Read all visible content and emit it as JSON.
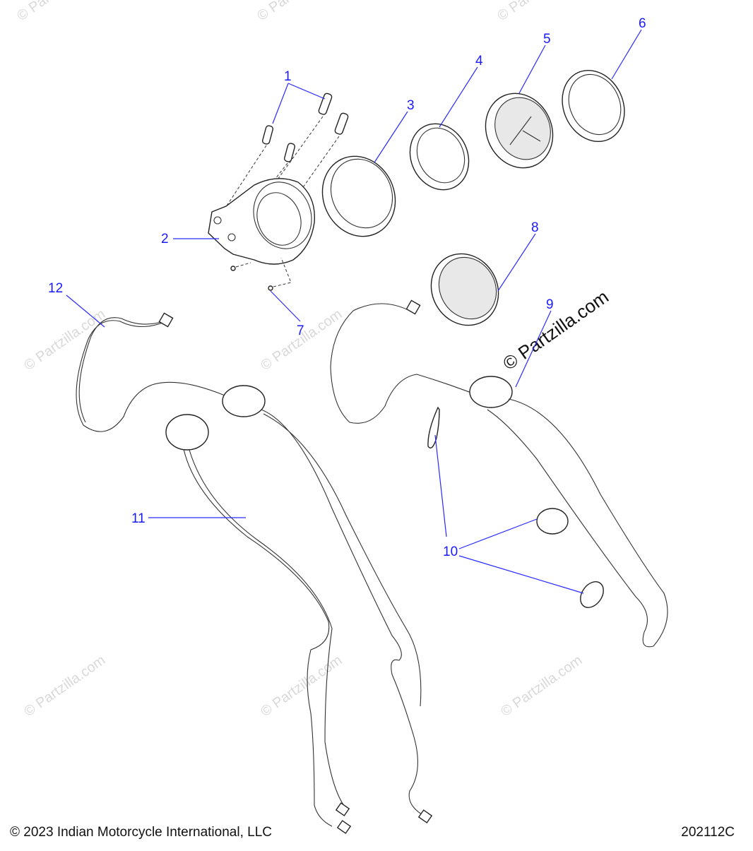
{
  "callouts": [
    "1",
    "2",
    "3",
    "4",
    "5",
    "6",
    "7",
    "8",
    "9",
    "10",
    "11",
    "12"
  ],
  "watermark": "© Partzilla.com",
  "watermark_small": "© Partzilla.com",
  "copyright": "© 2023 Indian Motorcycle International, LLC",
  "diagram_code": "202112C"
}
